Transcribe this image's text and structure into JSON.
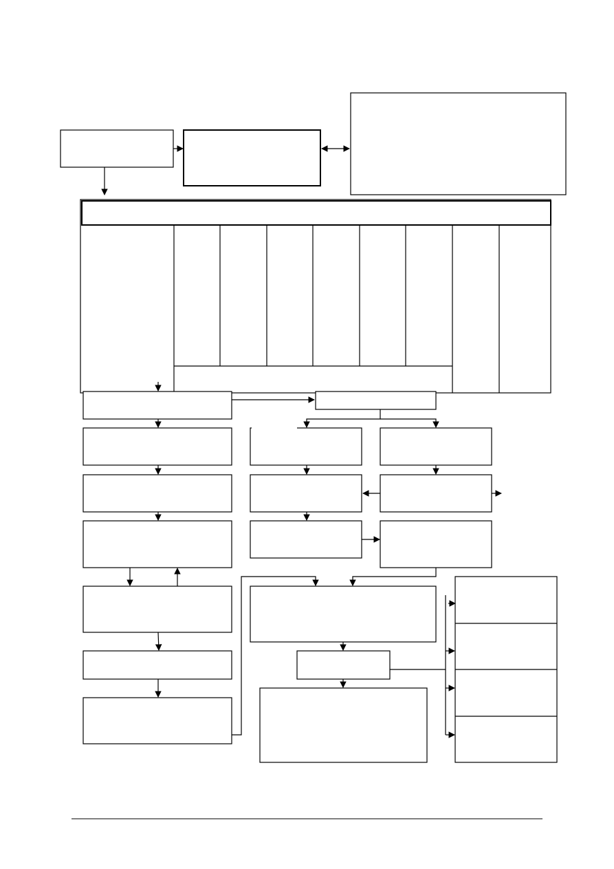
{
  "diagram": {
    "boxes": [
      {
        "id": "top-left",
        "text": ""
      },
      {
        "id": "top-middle",
        "text": ""
      },
      {
        "id": "top-right",
        "text": ""
      },
      {
        "id": "header-bar",
        "text": ""
      },
      {
        "id": "table-first-column",
        "text": ""
      },
      {
        "id": "table-column-1",
        "text": ""
      },
      {
        "id": "table-column-2",
        "text": ""
      },
      {
        "id": "table-column-3",
        "text": ""
      },
      {
        "id": "table-column-4",
        "text": ""
      },
      {
        "id": "table-column-5",
        "text": ""
      },
      {
        "id": "table-column-6",
        "text": ""
      },
      {
        "id": "table-column-7",
        "text": ""
      },
      {
        "id": "table-column-8",
        "text": ""
      },
      {
        "id": "table-bottom-span",
        "text": ""
      },
      {
        "id": "left-step-1",
        "text": ""
      },
      {
        "id": "left-step-2",
        "text": ""
      },
      {
        "id": "left-step-3",
        "text": ""
      },
      {
        "id": "left-step-4",
        "text": ""
      },
      {
        "id": "left-step-5",
        "text": ""
      },
      {
        "id": "left-step-6",
        "text": ""
      },
      {
        "id": "left-step-7",
        "text": ""
      },
      {
        "id": "branch-header",
        "text": ""
      },
      {
        "id": "middle-step-1",
        "text": ""
      },
      {
        "id": "middle-step-2",
        "text": ""
      },
      {
        "id": "middle-step-3",
        "text": ""
      },
      {
        "id": "right-step-1",
        "text": ""
      },
      {
        "id": "right-step-2",
        "text": ""
      },
      {
        "id": "right-step-3",
        "text": ""
      },
      {
        "id": "merge-box",
        "text": ""
      },
      {
        "id": "small-box",
        "text": ""
      },
      {
        "id": "bottom-large-box",
        "text": ""
      },
      {
        "id": "outcome-1",
        "text": ""
      },
      {
        "id": "outcome-2",
        "text": ""
      },
      {
        "id": "outcome-3",
        "text": ""
      },
      {
        "id": "outcome-4",
        "text": ""
      }
    ]
  },
  "footer": {
    "text": ""
  }
}
